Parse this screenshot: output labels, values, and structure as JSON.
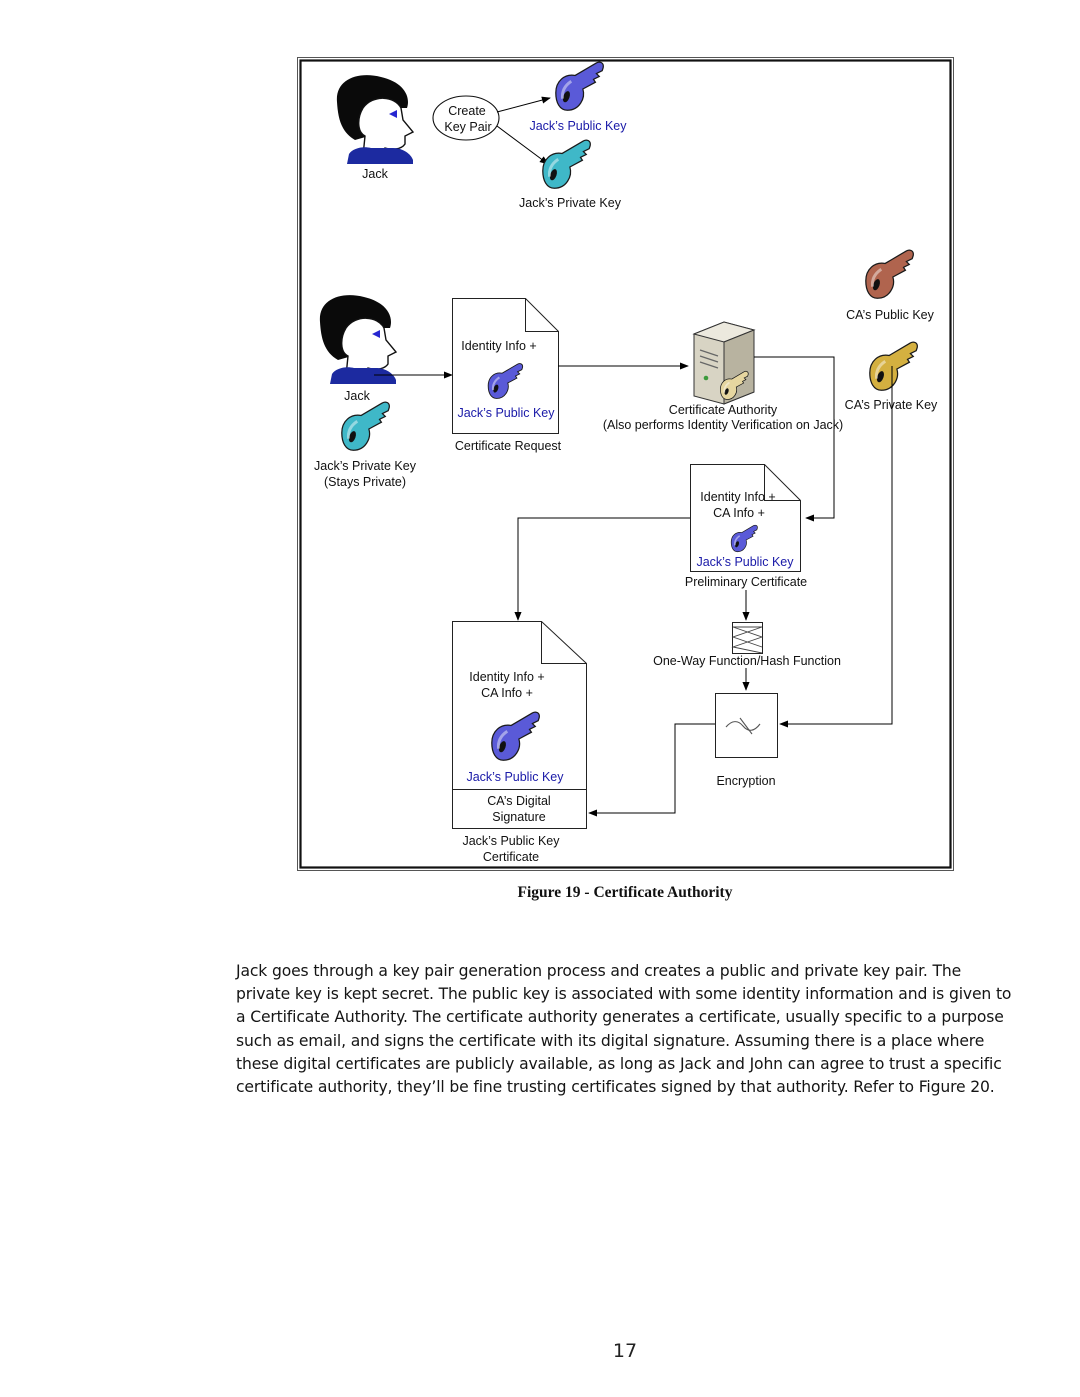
{
  "diagram": {
    "labels": {
      "jack_top": "Jack",
      "create_key_pair_line1": "Create",
      "create_key_pair_line2": "Key Pair",
      "jacks_public_key_top": "Jack’s Public Key",
      "jacks_private_key_top": "Jack’s Private Key",
      "ca_public_key": "CA’s Public Key",
      "jack_mid": "Jack",
      "identity_info_req": "Identity Info +",
      "jacks_public_key_req": "Jack’s Public Key",
      "certificate_request": "Certificate Request",
      "certificate_authority": "Certificate Authority",
      "ca_verification_note": "(Also performs Identity Verification on Jack)",
      "ca_private_key": "CA’s Private Key",
      "jacks_private_key_mid": "Jack’s Private Key",
      "stays_private": "(Stays Private)",
      "identity_info_prelim": "Identity Info +",
      "ca_info_prelim": "CA Info +",
      "jacks_public_key_prelim": "Jack’s Public Key",
      "preliminary_certificate": "Preliminary Certificate",
      "hash_function": "One-Way Function/Hash Function",
      "identity_info_final": "Identity Info +",
      "ca_info_final": "CA Info +",
      "jacks_public_key_final": "Jack’s Public Key",
      "ca_digital_line1": "CA’s Digital",
      "ca_digital_line2": "Signature",
      "encryption": "Encryption",
      "final_cert_line1": "Jack’s Public Key",
      "final_cert_line2": "Certificate"
    },
    "colors": {
      "public_key": "#5a5ad8",
      "private_key": "#3fb8c8",
      "ca_public_key": "#b0644e",
      "ca_private_key": "#d4b040",
      "hair": "#0a0a0a",
      "shirt": "#1c2aa0",
      "label_blue": "#1a1aa8"
    }
  },
  "caption": "Figure 19 - Certificate Authority",
  "paragraph": "Jack goes through a key pair generation process and creates a public and private key pair.  The private key is kept secret.  The public key is associated with some identity information and is given to a Certificate Authority.  The certificate authority generates a certificate, usually specific to a purpose such as email, and signs the certificate with its digital signature.  Assuming there is a place where these digital certificates are publicly available, as long as Jack and John can agree to trust a specific certificate authority, they’ll be fine trusting certificates signed by that authority.  Refer to Figure 20.",
  "page_number": "17"
}
